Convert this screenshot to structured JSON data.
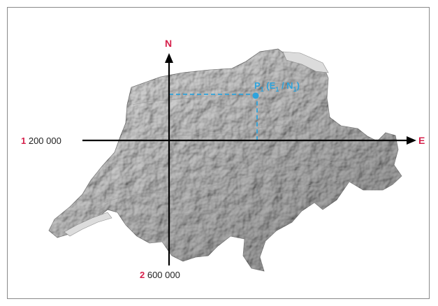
{
  "axes": {
    "north_label": "N",
    "east_label": "E",
    "north_offset_prefix": "1",
    "north_offset_value": " 200 000",
    "east_offset_prefix": "2",
    "east_offset_value": " 600 000"
  },
  "point": {
    "label_main": "P",
    "label_sub_1": "1",
    "label_rest_1": " (E",
    "label_sub_2": "1",
    "label_rest_2": " / N",
    "label_sub_3": "1",
    "label_rest_3": ")"
  },
  "colors": {
    "axis_label": "#d6204b",
    "point": "#2ea3dc",
    "axis_line": "#000000",
    "relief": "#c9c9c9"
  }
}
